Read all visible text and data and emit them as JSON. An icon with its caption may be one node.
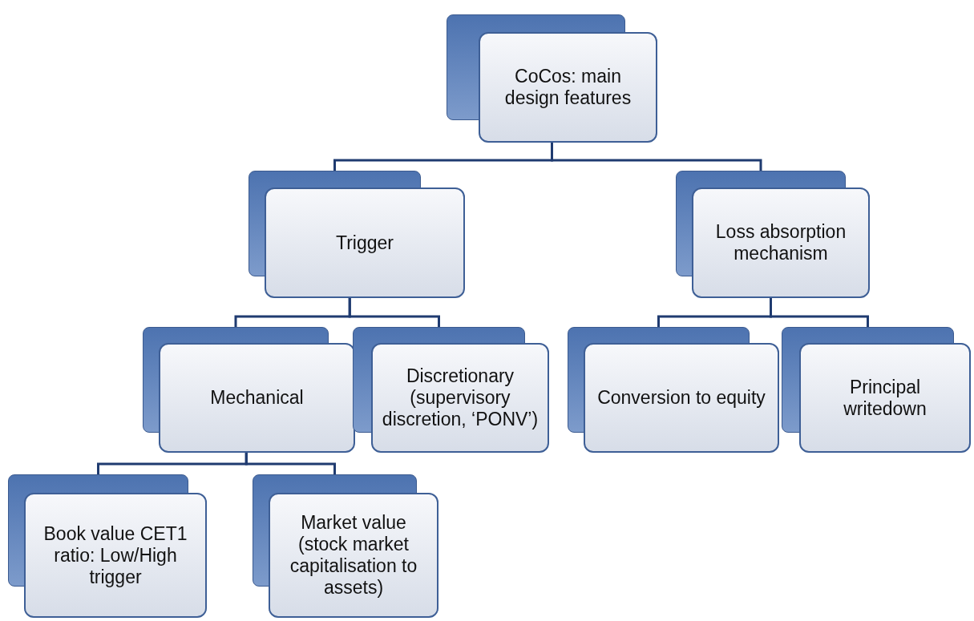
{
  "diagram": {
    "nodes": [
      {
        "text": [
          "CoCos: main design features"
        ]
      },
      {
        "text": [
          "Trigger"
        ]
      },
      {
        "text": [
          "Loss absorption mechanism"
        ]
      },
      {
        "text": [
          "Mechanical"
        ]
      },
      {
        "text": [
          "Discretionary (supervisory discretion, ‘PONV’)"
        ]
      },
      {
        "text": [
          "Conversion to equity"
        ]
      },
      {
        "text": [
          "Principal writedown"
        ]
      },
      {
        "text": [
          "Book value CET1 ratio: Low/High trigger"
        ]
      },
      {
        "text": [
          "Market value (stock market capitalisation to assets)"
        ]
      }
    ],
    "edges": [
      {
        "from": 0,
        "to": 1,
        "arrow": "none"
      },
      {
        "from": 0,
        "to": 2,
        "arrow": "none"
      },
      {
        "from": 1,
        "to": 3,
        "arrow": "none"
      },
      {
        "from": 1,
        "to": 4,
        "arrow": "none"
      },
      {
        "from": 3,
        "to": 7,
        "arrow": "none"
      },
      {
        "from": 3,
        "to": 8,
        "arrow": "none"
      },
      {
        "from": 2,
        "to": 5,
        "arrow": "none"
      },
      {
        "from": 2,
        "to": 6,
        "arrow": "none"
      }
    ]
  }
}
